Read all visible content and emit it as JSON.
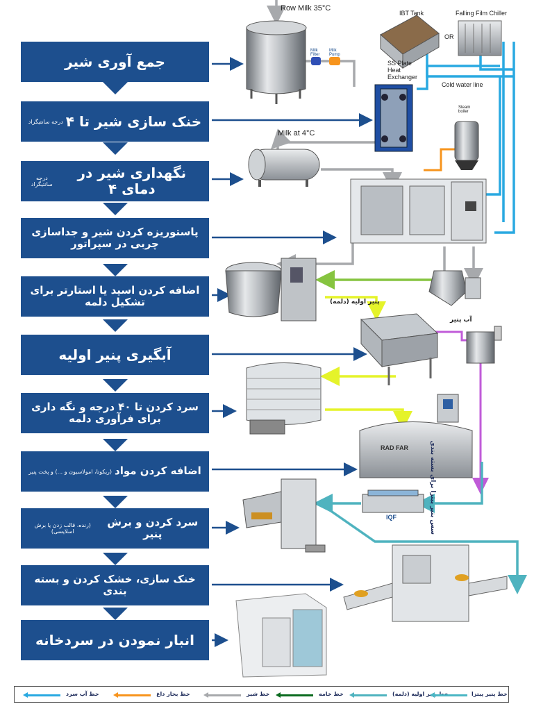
{
  "steps": [
    {
      "text": "جمع آوری شیر",
      "note": ""
    },
    {
      "text": "خنک سازی شیر تا ۴",
      "note": "درجه سانتیگراد"
    },
    {
      "text": "نگهداری شیر در دمای ۴",
      "note": "درجه سانتیگراد"
    },
    {
      "text": "پاستوریزه کردن شیر و جداسازی چربی در سپراتور",
      "note": ""
    },
    {
      "text": "اضافه کردن اسید یا استارتر برای تشکیل دلمه",
      "note": ""
    },
    {
      "text": "آبگیری پنیر اولیه",
      "note": ""
    },
    {
      "text": "سرد کردن تا ۴۰ درجه و نگه داری برای فرآوری دلمه",
      "note": ""
    },
    {
      "text": "اضافه کردن مواد",
      "note": "(ریکوتا، امولاسیون و ...) و پخت پنیر"
    },
    {
      "text": "سرد کردن و برش پنیر",
      "note": "(رنده، قالب زدن یا برش اسلایسی)"
    },
    {
      "text": "خنک سازی، خشک کردن و بسته بندی",
      "note": ""
    },
    {
      "text": "انبار نمودن در سردخانه",
      "note": ""
    }
  ],
  "labels": {
    "row_milk": "Row Milk 35°C",
    "ibt_tank": "IBT Tank",
    "falling_film": "Falling Film Chiller",
    "or": "OR",
    "milk_filter": "Milk Filter",
    "milk_pump": "Milk Pump",
    "ss_plate": "SS Plate Heat Exchanger",
    "cold_water": "Cold water line",
    "steam_boiler": "Steam boiler",
    "milk_4c": "Milk at 4°C",
    "curd": "پنیر اولیه (دلمه)",
    "whey": "آب پنیر",
    "pizza_vertical": "سس بنیر پیتزا برای بسته بندی",
    "iqf": "IQF",
    "rad_far": "RAD FAR"
  },
  "legend": [
    {
      "label": "خط آب سرد",
      "color": "#29a9e1"
    },
    {
      "label": "خط بخار داغ",
      "color": "#f7941d"
    },
    {
      "label": "خط شیر",
      "color": "#a7a9ac"
    },
    {
      "label": "خط خامه",
      "color": "#0b6b1f"
    },
    {
      "label": "خط پنیر اولیه (دلمه)",
      "color": "#4fb3bf"
    },
    {
      "label": "خط پنیر پیتزا",
      "color": "#4ab6c4"
    }
  ],
  "colors": {
    "box": "#1d4f8e",
    "cold_water": "#29a9e1",
    "steam": "#f7941d",
    "milk": "#a7a9ac",
    "green": "#86c440",
    "yellow": "#e5f32a",
    "purple": "#c05bd8",
    "teal": "#4fb3bf"
  }
}
